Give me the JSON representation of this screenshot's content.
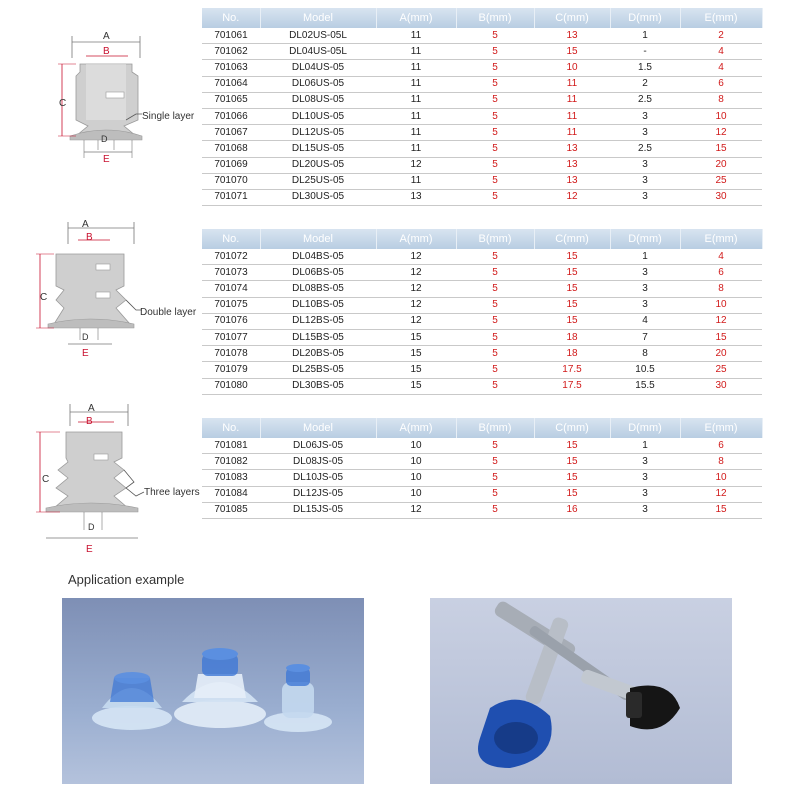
{
  "columns": [
    "No.",
    "Model",
    "A(mm)",
    "B(mm)",
    "C(mm)",
    "D(mm)",
    "E(mm)"
  ],
  "diagram_labels": {
    "a": "A",
    "b": "B",
    "c": "C",
    "d": "D",
    "e": "E"
  },
  "sections": [
    {
      "layer_label": "Single layer",
      "rows": [
        [
          "701061",
          "DL02US-05L",
          "11",
          "5",
          "13",
          "1",
          "2"
        ],
        [
          "701062",
          "DL04US-05L",
          "11",
          "5",
          "15",
          "-",
          "4"
        ],
        [
          "701063",
          "DL04US-05",
          "11",
          "5",
          "10",
          "1.5",
          "4"
        ],
        [
          "701064",
          "DL06US-05",
          "11",
          "5",
          "11",
          "2",
          "6"
        ],
        [
          "701065",
          "DL08US-05",
          "11",
          "5",
          "11",
          "2.5",
          "8"
        ],
        [
          "701066",
          "DL10US-05",
          "11",
          "5",
          "11",
          "3",
          "10"
        ],
        [
          "701067",
          "DL12US-05",
          "11",
          "5",
          "11",
          "3",
          "12"
        ],
        [
          "701068",
          "DL15US-05",
          "11",
          "5",
          "13",
          "2.5",
          "15"
        ],
        [
          "701069",
          "DL20US-05",
          "12",
          "5",
          "13",
          "3",
          "20"
        ],
        [
          "701070",
          "DL25US-05",
          "11",
          "5",
          "13",
          "3",
          "25"
        ],
        [
          "701071",
          "DL30US-05",
          "13",
          "5",
          "12",
          "3",
          "30"
        ]
      ]
    },
    {
      "layer_label": "Double layer",
      "rows": [
        [
          "701072",
          "DL04BS-05",
          "12",
          "5",
          "15",
          "1",
          "4"
        ],
        [
          "701073",
          "DL06BS-05",
          "12",
          "5",
          "15",
          "3",
          "6"
        ],
        [
          "701074",
          "DL08BS-05",
          "12",
          "5",
          "15",
          "3",
          "8"
        ],
        [
          "701075",
          "DL10BS-05",
          "12",
          "5",
          "15",
          "3",
          "10"
        ],
        [
          "701076",
          "DL12BS-05",
          "12",
          "5",
          "15",
          "4",
          "12"
        ],
        [
          "701077",
          "DL15BS-05",
          "15",
          "5",
          "18",
          "7",
          "15"
        ],
        [
          "701078",
          "DL20BS-05",
          "15",
          "5",
          "18",
          "8",
          "20"
        ],
        [
          "701079",
          "DL25BS-05",
          "15",
          "5",
          "17.5",
          "10.5",
          "25"
        ],
        [
          "701080",
          "DL30BS-05",
          "15",
          "5",
          "17.5",
          "15.5",
          "30"
        ]
      ]
    },
    {
      "layer_label": "Three layers",
      "rows": [
        [
          "701081",
          "DL06JS-05",
          "10",
          "5",
          "15",
          "1",
          "6"
        ],
        [
          "701082",
          "DL08JS-05",
          "10",
          "5",
          "15",
          "3",
          "8"
        ],
        [
          "701083",
          "DL10JS-05",
          "10",
          "5",
          "15",
          "3",
          "10"
        ],
        [
          "701084",
          "DL12JS-05",
          "10",
          "5",
          "15",
          "3",
          "12"
        ],
        [
          "701085",
          "DL15JS-05",
          "12",
          "5",
          "16",
          "3",
          "15"
        ]
      ]
    }
  ],
  "application": {
    "title": "Application example"
  },
  "colors": {
    "header": "#c4d6e8",
    "value_red": "#d11a1a",
    "row_line": "#c9c9c9",
    "dim_red": "#c8102e"
  }
}
